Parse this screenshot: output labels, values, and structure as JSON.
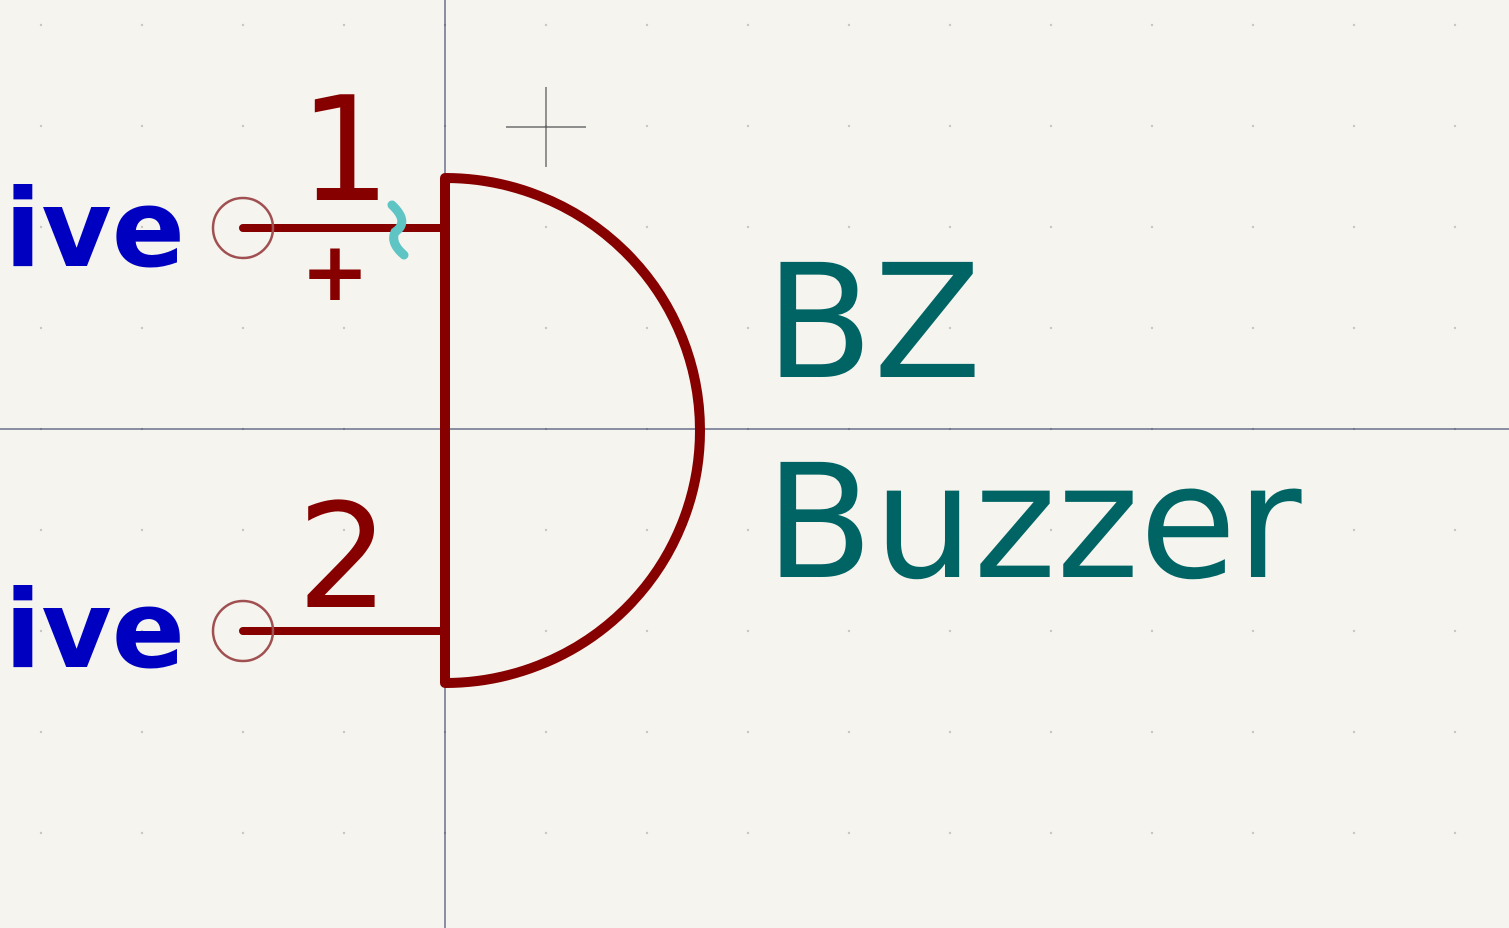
{
  "editor": {
    "background_color": "#f5f4ef",
    "grid_dot_color": "#c8c6bd",
    "axis_color": "#1f2a5a",
    "cursor_color": "#505050"
  },
  "symbol": {
    "reference": "BZ",
    "value": "Buzzer",
    "body_color": "#870000",
    "field_color": "#006464",
    "pin_type_color": "#0000c0",
    "pin_end_color": "#a05050",
    "hint_color": "#5fc4c4",
    "pins": [
      {
        "number": "1",
        "electrical_type_visible": "sive",
        "polarity": "+"
      },
      {
        "number": "2",
        "electrical_type_visible": "sive"
      }
    ]
  }
}
